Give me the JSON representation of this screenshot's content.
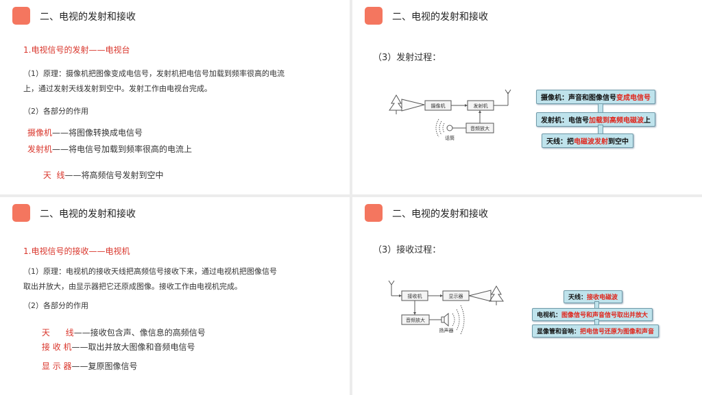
{
  "section_title": "二、电视的发射和接收",
  "panel1": {
    "heading": "1.电视信号的发射——电视台",
    "principle_line1": "（1）原理：摄像机把图像变成电信号，发射机把电信号加载到频率很高的电流",
    "principle_line2": "上，通过发射天线发射到空中。发射工作由电视台完成。",
    "roles_heading": "（2）各部分的作用",
    "roles": [
      {
        "name": "摄像机",
        "desc": "——将图像转换成电信号"
      },
      {
        "name": "发射机",
        "desc": "——将电信号加载到频率很高的电流上"
      },
      {
        "name": "天  线",
        "desc": "——将高频信号发射到空中"
      }
    ]
  },
  "panel2": {
    "process_label": "（3）发射过程：",
    "diagram": {
      "camera": "摄像机",
      "transmitter": "发射机",
      "amplifier": "音频放大",
      "microphone": "话筒"
    },
    "flow": [
      {
        "pre": "摄像机：声音和图像信号",
        "hl": "变成电信号",
        "post": ""
      },
      {
        "pre": "发射机：电信号",
        "hl": "加载到高频电磁波",
        "post": "上"
      },
      {
        "pre": "天线：把",
        "hl": "电磁波发射",
        "post": "到空中"
      }
    ]
  },
  "panel3": {
    "heading": "1.电视信号的接收——电视机",
    "principle_line1": "（1）原理：电视机的接收天线把高频信号接收下来，通过电视机把图像信号",
    "principle_line2": "取出并放大，由显示器把它还原成图像。接收工作由电视机完成。",
    "roles_heading": "（2）各部分的作用",
    "roles": [
      {
        "name": "天      线",
        "desc": "——接收包含声、像信息的高频信号"
      },
      {
        "name": "接 收 机",
        "desc": "——取出并放大图像和音频电信号"
      },
      {
        "name": "显 示 器",
        "desc": "——复原图像信号"
      }
    ]
  },
  "panel4": {
    "process_label": "（3）接收过程：",
    "diagram": {
      "receiver": "接收机",
      "display": "显示器",
      "amplifier": "音频放大",
      "speaker": "扬声器"
    },
    "flow": [
      {
        "pre": "天线：",
        "hl": "接收电磁波",
        "post": ""
      },
      {
        "pre": "电视机：",
        "hl": "图像信号和声音信号取出并放大",
        "post": ""
      },
      {
        "pre": "显像管和音响：",
        "hl": "把电信号还原为图像和声音",
        "post": ""
      }
    ]
  }
}
